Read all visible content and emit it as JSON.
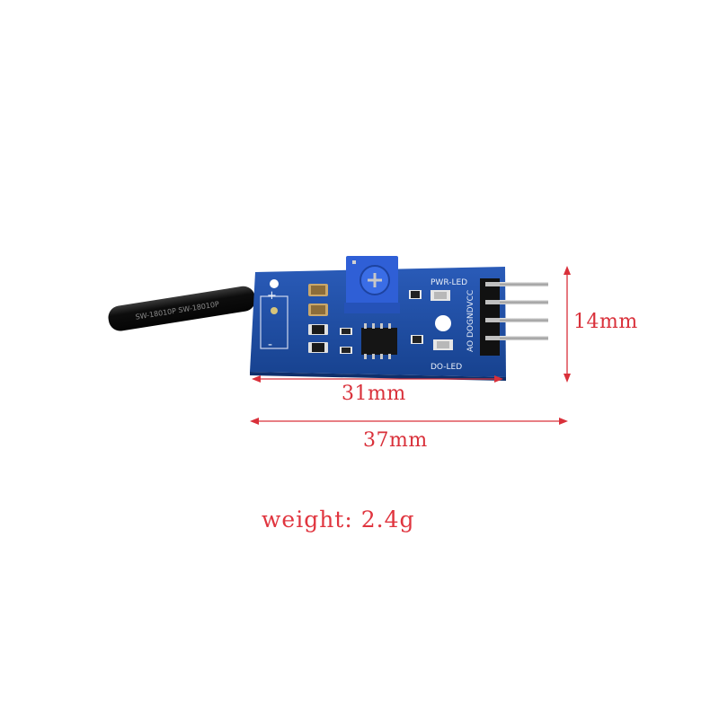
{
  "labels": {
    "height": "14mm",
    "board_length": "31mm",
    "total_length": "37mm"
  },
  "weight": {
    "label": "weight",
    "separator": ":",
    "value": "2.4g"
  },
  "board_text": {
    "pwr_led": "PWR-LED",
    "do_led": "DO-LED",
    "pins": "AO DOGNDVCC",
    "plus": "+",
    "minus": "-",
    "tube_text": "SW-18010P  SW-18010P"
  },
  "colors": {
    "annotation": "#d9303a",
    "pcb": "#1f4fa3",
    "pot": "#2f5fd6"
  }
}
